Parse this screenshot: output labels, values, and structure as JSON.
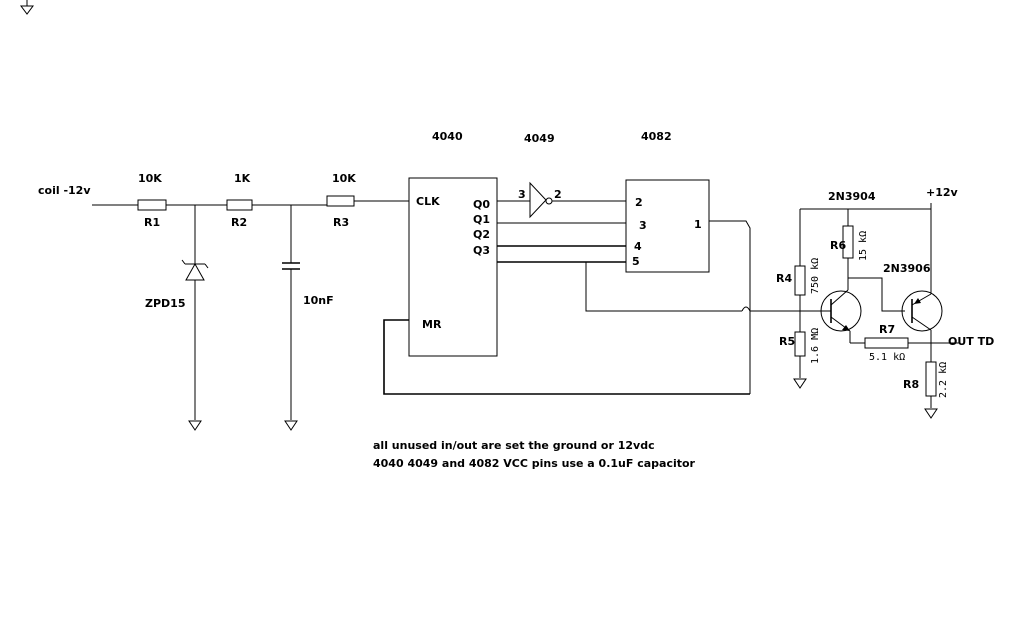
{
  "input": {
    "label": "coil -12v"
  },
  "resistors": {
    "r1": {
      "name": "R1",
      "value": "10K"
    },
    "r2": {
      "name": "R2",
      "value": "1K"
    },
    "r3": {
      "name": "R3",
      "value": "10K"
    },
    "r4": {
      "name": "R4",
      "value": "750 kΩ"
    },
    "r5": {
      "name": "R5",
      "value": "1.6 MΩ"
    },
    "r6": {
      "name": "R6",
      "value": "15 kΩ"
    },
    "r7": {
      "name": "R7",
      "value": "5.1 kΩ"
    },
    "r8": {
      "name": "R8",
      "value": "2.2 kΩ"
    }
  },
  "zener": {
    "name": "ZPD15"
  },
  "capacitor": {
    "value": "10nF"
  },
  "ic4040": {
    "name": "4040",
    "clk": "CLK",
    "mr": "MR",
    "q0": "Q0",
    "q1": "Q1",
    "q2": "Q2",
    "q3": "Q3"
  },
  "ic4049": {
    "name": "4049",
    "pin_in": "3",
    "pin_out": "2"
  },
  "ic4082": {
    "name": "4082",
    "pin_a": "2",
    "pin_b": "3",
    "pin_c": "4",
    "pin_d": "5",
    "pin_out": "1"
  },
  "transistors": {
    "t1": "2N3904",
    "t2": "2N3906"
  },
  "supply": {
    "label": "+12v"
  },
  "output": {
    "label": "OUT TD"
  },
  "notes": {
    "line1": "all unused in/out are set the ground or 12vdc",
    "line2": "4040 4049 and 4082 VCC pins use a  0.1uF capacitor"
  }
}
